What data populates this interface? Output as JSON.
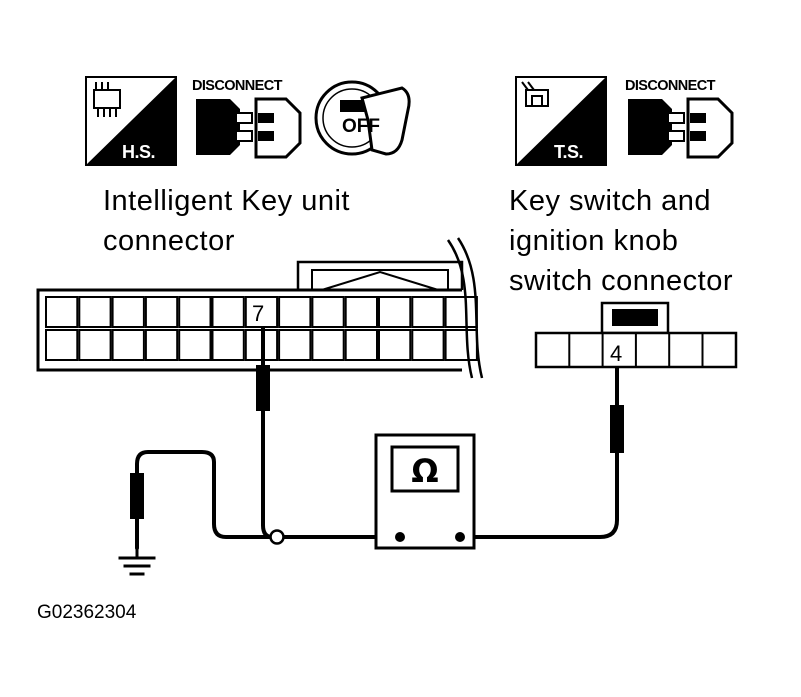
{
  "left_connector": {
    "tag": "H.S.",
    "disconnect_label": "DISCONNECT",
    "ignition_label": "OFF",
    "label_line1": "Intelligent Key unit",
    "label_line2": "connector",
    "pin": "7"
  },
  "right_connector": {
    "tag": "T.S.",
    "disconnect_label": "DISCONNECT",
    "label_line1": "Key switch and",
    "label_line2": "ignition knob",
    "label_line3": "switch connector",
    "pin": "4"
  },
  "meter": {
    "symbol": "Ω"
  },
  "figure_id": "G02362304"
}
